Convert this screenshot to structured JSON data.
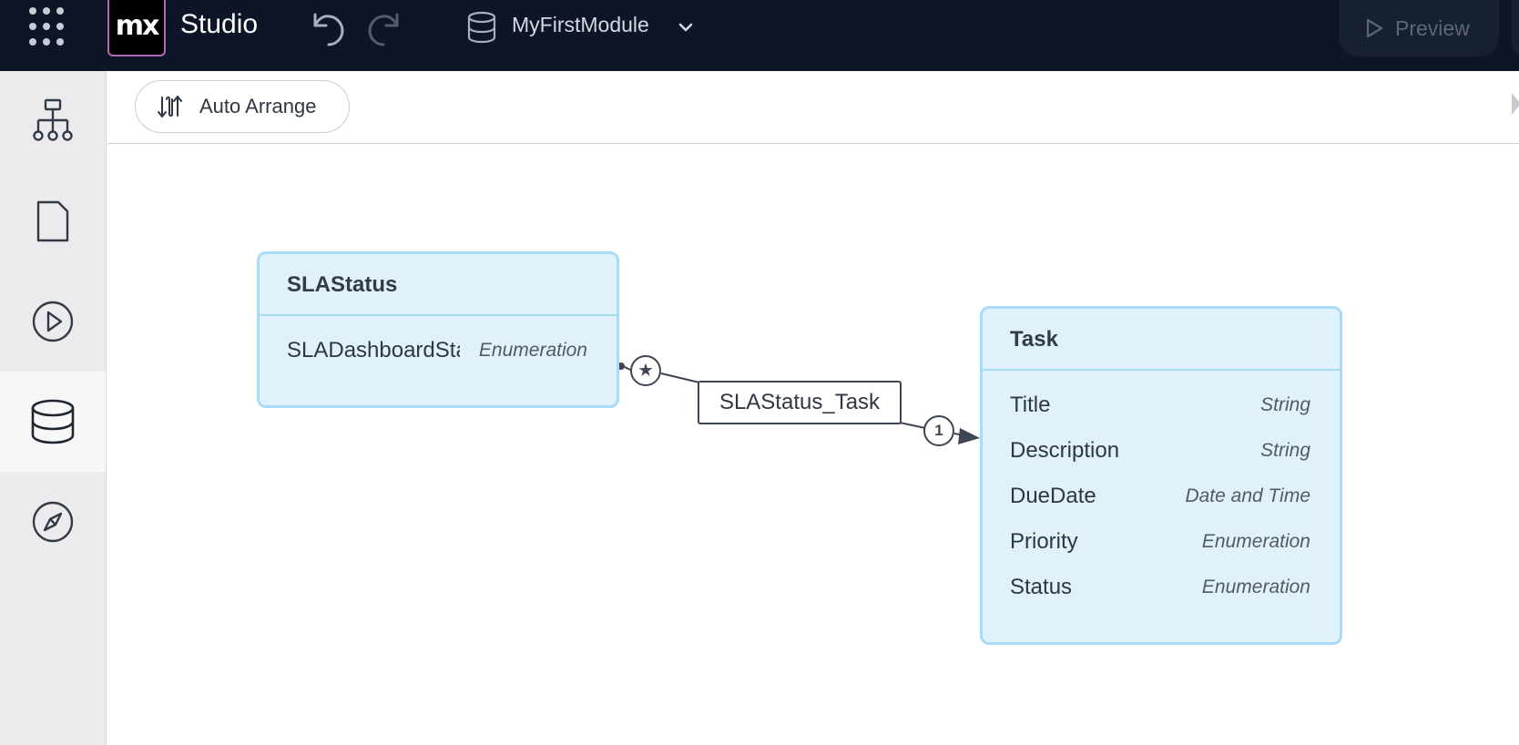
{
  "topbar": {
    "logo_text": "mx",
    "app_name": "Studio",
    "module_name": "MyFirstModule",
    "preview_label": "Preview"
  },
  "icons": {
    "apps": "apps-grid-icon",
    "undo": "undo-icon",
    "redo": "redo-icon",
    "module": "database-icon",
    "chevron": "chevron-down-icon",
    "preview": "play-outline-icon",
    "auto_arrange": "auto-arrange-icon"
  },
  "sidebar": {
    "items": [
      {
        "name": "project-explorer",
        "icon": "hierarchy-icon",
        "active": false
      },
      {
        "name": "pages",
        "icon": "document-icon",
        "active": false
      },
      {
        "name": "microflows",
        "icon": "play-circle-icon",
        "active": false
      },
      {
        "name": "domain-model",
        "icon": "database-icon",
        "active": true
      },
      {
        "name": "navigation",
        "icon": "compass-icon",
        "active": false
      }
    ]
  },
  "toolbar": {
    "auto_arrange_label": "Auto Arrange"
  },
  "entities": [
    {
      "name": "SLAStatus",
      "attributes": [
        {
          "name": "SLADashboardStatus",
          "type": "Enumeration"
        }
      ]
    },
    {
      "name": "Task",
      "attributes": [
        {
          "name": "Title",
          "type": "String"
        },
        {
          "name": "Description",
          "type": "String"
        },
        {
          "name": "DueDate",
          "type": "Date and Time"
        },
        {
          "name": "Priority",
          "type": "Enumeration"
        },
        {
          "name": "Status",
          "type": "Enumeration"
        }
      ]
    }
  ],
  "association": {
    "name": "SLAStatus_Task",
    "multiplicity_left": "★",
    "multiplicity_right": "1"
  },
  "colors": {
    "topbar_bg": "#0d1526",
    "entity_fill": "#dff1fb",
    "entity_border": "#a8dbf7"
  }
}
